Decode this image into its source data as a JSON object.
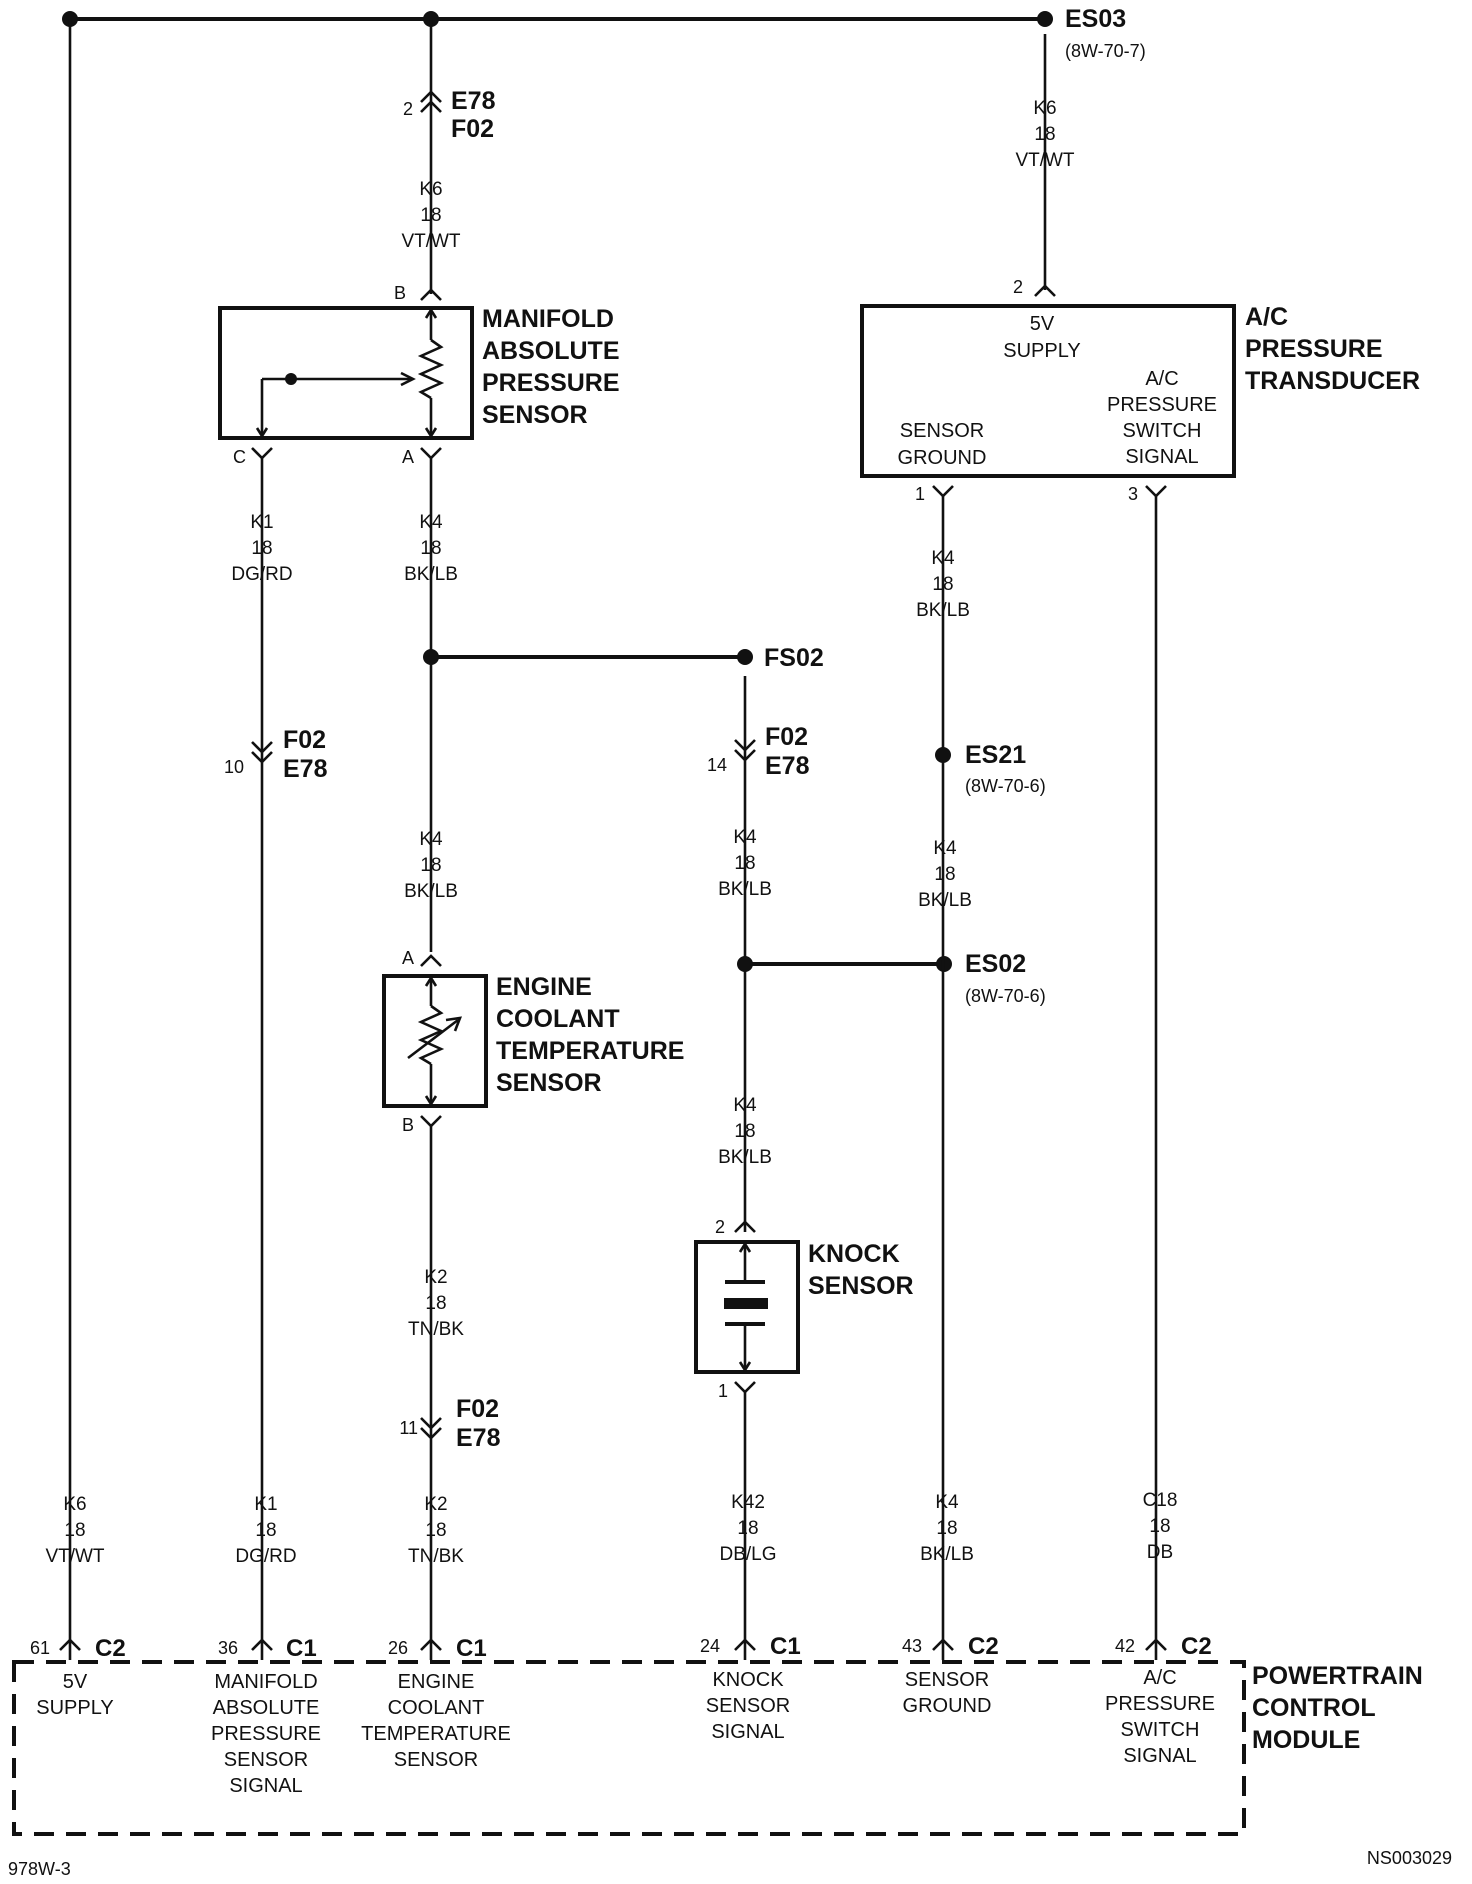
{
  "splices": {
    "es03": {
      "name": "ES03",
      "ref": "(8W-70-7)"
    },
    "fs02": {
      "name": "FS02"
    },
    "es21": {
      "name": "ES21",
      "ref": "(8W-70-6)"
    },
    "es02": {
      "name": "ES02",
      "ref": "(8W-70-6)"
    }
  },
  "inline_connectors": {
    "top": {
      "pin": "2",
      "line1": "E78",
      "line2": "F02"
    },
    "k1": {
      "pin": "10",
      "line1": "F02",
      "line2": "E78"
    },
    "k4": {
      "pin": "14",
      "line1": "F02",
      "line2": "E78"
    },
    "k2": {
      "pin": "11",
      "line1": "F02",
      "line2": "E78"
    }
  },
  "wires": {
    "k6_top": {
      "circuit": "K6",
      "gauge": "18",
      "color": "VT/WT"
    },
    "k6_right": {
      "circuit": "K6",
      "gauge": "18",
      "color": "VT/WT"
    },
    "k1_upper": {
      "circuit": "K1",
      "gauge": "18",
      "color": "DG/RD"
    },
    "k4_map": {
      "circuit": "K4",
      "gauge": "18",
      "color": "BK/LB"
    },
    "k4_ac": {
      "circuit": "K4",
      "gauge": "18",
      "color": "BK/LB"
    },
    "k4_ect": {
      "circuit": "K4",
      "gauge": "18",
      "color": "BK/LB"
    },
    "k4_fs02": {
      "circuit": "K4",
      "gauge": "18",
      "color": "BK/LB"
    },
    "k4_es21": {
      "circuit": "K4",
      "gauge": "18",
      "color": "BK/LB"
    },
    "k4_knock": {
      "circuit": "K4",
      "gauge": "18",
      "color": "BK/LB"
    },
    "k2_upper": {
      "circuit": "K2",
      "gauge": "18",
      "color": "TN/BK"
    },
    "k6_bottom": {
      "circuit": "K6",
      "gauge": "18",
      "color": "VT/WT"
    },
    "k1_bottom": {
      "circuit": "K1",
      "gauge": "18",
      "color": "DG/RD"
    },
    "k2_bottom": {
      "circuit": "K2",
      "gauge": "18",
      "color": "TN/BK"
    },
    "k42_bottom": {
      "circuit": "K42",
      "gauge": "18",
      "color": "DB/LG"
    },
    "k4_bottom": {
      "circuit": "K4",
      "gauge": "18",
      "color": "BK/LB"
    },
    "c18_bottom": {
      "circuit": "C18",
      "gauge": "18",
      "color": "DB"
    }
  },
  "components": {
    "map_sensor": {
      "title": [
        "MANIFOLD",
        "ABSOLUTE",
        "PRESSURE",
        "SENSOR"
      ],
      "pins": {
        "b": "B",
        "c": "C",
        "a": "A"
      }
    },
    "ac_transducer": {
      "title": [
        "A/C",
        "PRESSURE",
        "TRANSDUCER"
      ],
      "supply": [
        "5V",
        "SUPPLY"
      ],
      "ground": [
        "SENSOR",
        "GROUND"
      ],
      "signal": [
        "A/C",
        "PRESSURE",
        "SWITCH",
        "SIGNAL"
      ],
      "pins": {
        "p2": "2",
        "p1": "1",
        "p3": "3"
      }
    },
    "ect_sensor": {
      "title": [
        "ENGINE",
        "COOLANT",
        "TEMPERATURE",
        "SENSOR"
      ],
      "pins": {
        "a": "A",
        "b": "B"
      }
    },
    "knock_sensor": {
      "title": [
        "KNOCK",
        "SENSOR"
      ],
      "pins": {
        "p2": "2",
        "p1": "1"
      }
    },
    "pcm": {
      "title": [
        "POWERTRAIN",
        "CONTROL",
        "MODULE"
      ],
      "pins": [
        {
          "pin": "61",
          "conn": "C2",
          "label": [
            "5V",
            "SUPPLY"
          ]
        },
        {
          "pin": "36",
          "conn": "C1",
          "label": [
            "MANIFOLD",
            "ABSOLUTE",
            "PRESSURE",
            "SENSOR",
            "SIGNAL"
          ]
        },
        {
          "pin": "26",
          "conn": "C1",
          "label": [
            "ENGINE",
            "COOLANT",
            "TEMPERATURE",
            "SENSOR"
          ]
        },
        {
          "pin": "24",
          "conn": "C1",
          "label": [
            "KNOCK",
            "SENSOR",
            "SIGNAL"
          ]
        },
        {
          "pin": "43",
          "conn": "C2",
          "label": [
            "SENSOR",
            "GROUND"
          ]
        },
        {
          "pin": "42",
          "conn": "C2",
          "label": [
            "A/C",
            "PRESSURE",
            "SWITCH",
            "SIGNAL"
          ]
        }
      ]
    }
  },
  "footer": {
    "left": "978W-3",
    "right": "NS003029"
  }
}
